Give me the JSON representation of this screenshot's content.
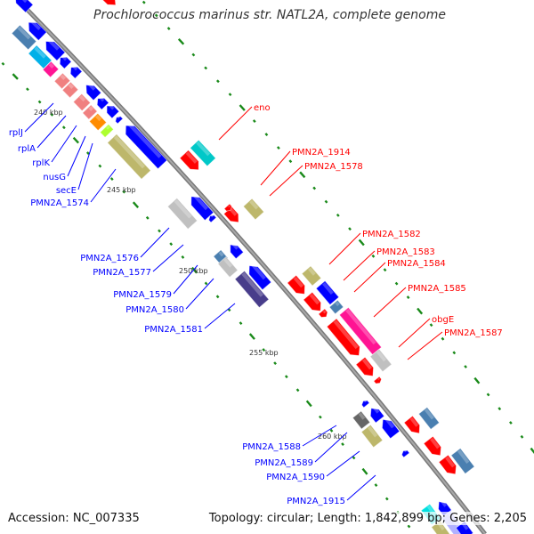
{
  "title": "Prochlorococcus marinus str. NATL2A, complete genome",
  "accession": "Accession: NC_007335",
  "topology": "Topology: circular; Length: 1,842,899 bp; Genes: 2,205",
  "colors": {
    "forward": "#ff0000",
    "reverse": "#0000ff",
    "backbone": "#888888",
    "ticks": "#1a8a1a"
  },
  "kbp_labels": [
    "240 kbp",
    "245 kbp",
    "250 kbp",
    "255 kbp",
    "260 kbp"
  ],
  "reverse_labels": [
    "rplJ",
    "rplA",
    "rplK",
    "nusG",
    "secE",
    "PMN2A_1574",
    "PMN2A_1576",
    "PMN2A_1577",
    "PMN2A_1579",
    "PMN2A_1580",
    "PMN2A_1581",
    "PMN2A_1588",
    "PMN2A_1589",
    "PMN2A_1590",
    "PMN2A_1915"
  ],
  "forward_labels": [
    "eno",
    "PMN2A_1914",
    "PMN2A_1578",
    "PMN2A_1582",
    "PMN2A_1583",
    "PMN2A_1584",
    "PMN2A_1585",
    "obgE",
    "PMN2A_1587"
  ]
}
